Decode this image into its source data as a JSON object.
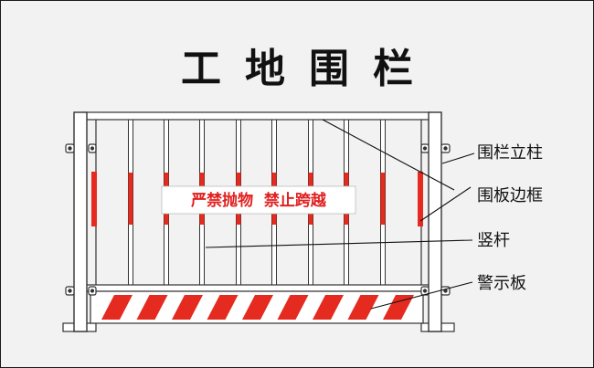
{
  "title": "工地围栏",
  "banner": {
    "text": "严禁抛物  禁止跨越"
  },
  "callouts": {
    "post": "围栏立柱",
    "frame": "围板边框",
    "bar": "竖杆",
    "board": "警示板"
  },
  "colors": {
    "background": "#f2f2f2",
    "frame": "#ffffff",
    "outline": "#333333",
    "warning_red": "#e52a1f"
  }
}
